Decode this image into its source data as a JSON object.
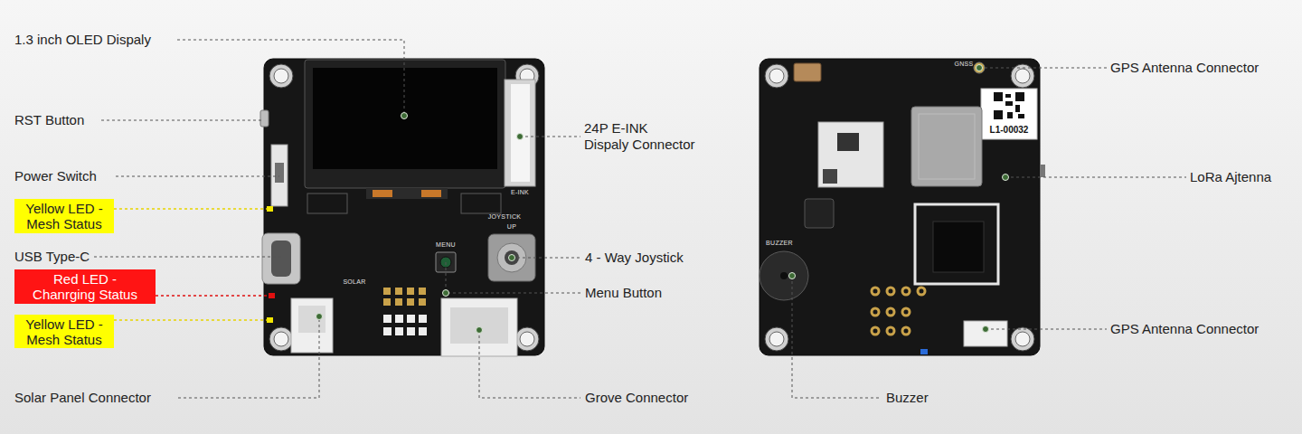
{
  "diagram": {
    "nodes": [
      {
        "text": [
          "Yellow LED -Mesh Status"
        ]
      },
      {
        "text": [
          "Red LED -Chanrging Status"
        ]
      },
      {
        "text": [
          "Yellow LED -Mesh Status"
        ]
      }
    ],
    "labels": [
      "1.3 inch OLED Dispaly",
      "RST Button",
      "Power Switch",
      "USB Type-C",
      "Solar Panel Connector",
      "24P E-INK Dispaly Connector",
      "4 - Way Joystick",
      "Menu Button",
      "Grove Connector",
      "GPS Antenna Connector",
      "LoRa Ajtenna",
      "GPS Antenna Connector",
      "Buzzer",
      "E-INK",
      "JOYSTICK",
      "UP",
      "MENU",
      "SOLAR",
      "L1-00032",
      "BUZZER",
      "GNSS"
    ]
  }
}
